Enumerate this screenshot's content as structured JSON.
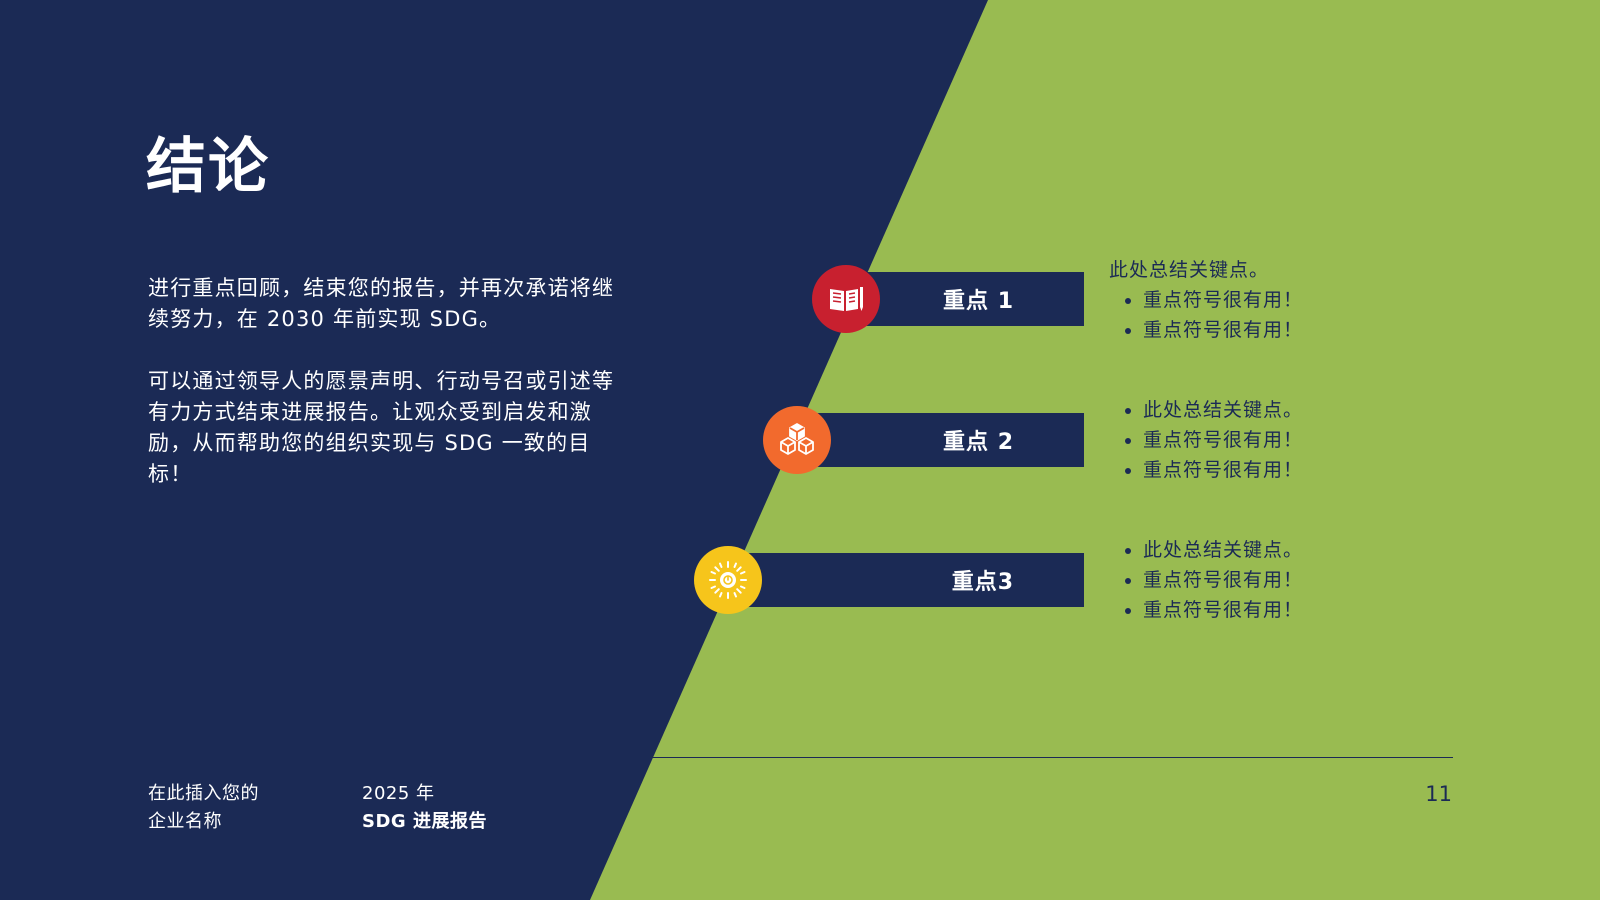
{
  "colors": {
    "navy": "#1b2a55",
    "green": "#99bb51",
    "red": "#c8202f",
    "orange": "#f26a2d",
    "yellow": "#f6c51b"
  },
  "title": "结论",
  "body": {
    "paragraph1": "进行重点回顾，结束您的报告，并再次承诺将继续努力，在 2030 年前实现 SDG。",
    "paragraph2": "可以通过领导人的愿景声明、行动号召或引述等有力方式结束进展报告。让观众受到启发和激励，从而帮助您的组织实现与 SDG 一致的目标！"
  },
  "key_points": [
    {
      "label": "重点 1",
      "icon": "book-icon",
      "intro": "此处总结关键点。",
      "bullets": [
        "重点符号很有用！",
        "重点符号很有用！"
      ]
    },
    {
      "label": "重点 2",
      "icon": "cubes-icon",
      "bullets": [
        "此处总结关键点。",
        "重点符号很有用！",
        "重点符号很有用！"
      ]
    },
    {
      "label": "重点3",
      "icon": "sun-icon",
      "bullets": [
        "此处总结关键点。",
        "重点符号很有用！",
        "重点符号很有用！"
      ]
    }
  ],
  "footer": {
    "company_line1": "在此插入您的",
    "company_line2": "企业名称",
    "year": "2025 年",
    "report_name": "SDG 进展报告",
    "page_number": "11"
  }
}
